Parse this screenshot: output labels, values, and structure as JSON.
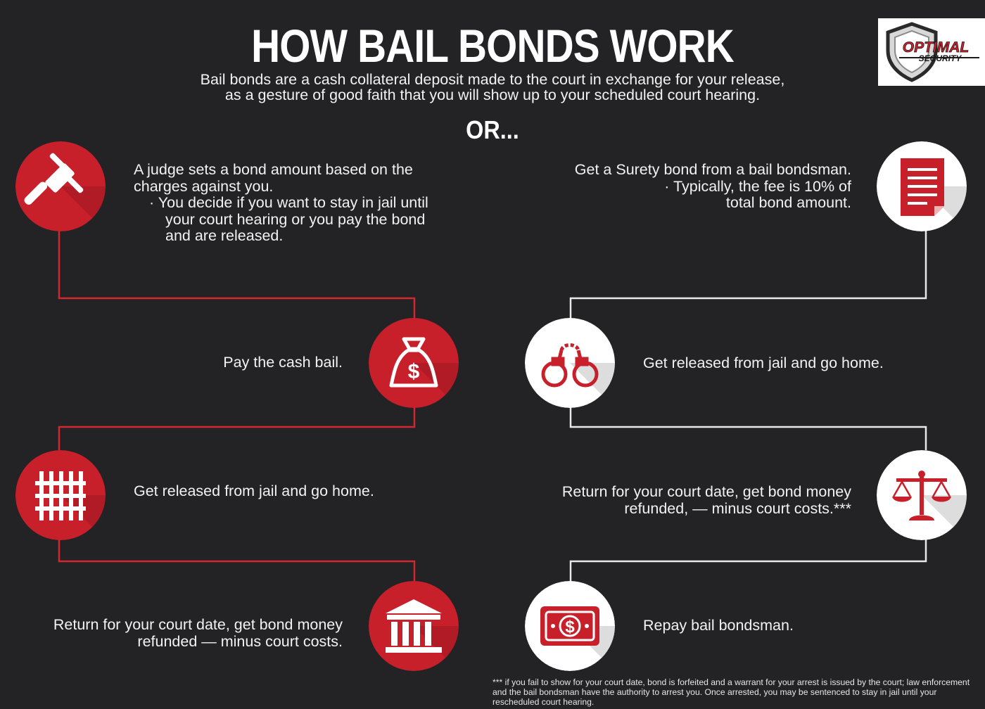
{
  "header": {
    "title": "HOW BAIL BONDS WORK",
    "subtitle_line1": "Bail bonds are a cash collateral deposit made to the court in exchange for your release,",
    "subtitle_line2": "as a gesture of good faith that you will show up to your scheduled court hearing.",
    "or_label": "OR..."
  },
  "logo": {
    "line1": "OPTIMAL",
    "line2": "SECURITY"
  },
  "left_steps": [
    {
      "icon": "gavel-icon",
      "lines": [
        "A judge sets a bond amount based on the",
        "charges against you."
      ],
      "bullet": [
        "· You decide if you want to stay in jail until",
        "your court hearing or you pay the bond",
        "and are released."
      ]
    },
    {
      "icon": "money-bag-icon",
      "lines": [
        "Pay the cash bail."
      ]
    },
    {
      "icon": "jail-bars-icon",
      "lines": [
        "Get released from jail and go home."
      ]
    },
    {
      "icon": "courthouse-icon",
      "lines": [
        "Return for your court date, get bond money",
        "refunded — minus court costs."
      ]
    }
  ],
  "right_steps": [
    {
      "icon": "document-icon",
      "lines": [
        "Get a Surety bond from a bail bondsman.",
        "· Typically, the fee is 10% of",
        "total bond amount."
      ]
    },
    {
      "icon": "handcuffs-icon",
      "lines": [
        "Get released from jail and go home."
      ]
    },
    {
      "icon": "scales-icon",
      "lines": [
        "Return for your court date, get bond money",
        "refunded, — minus court costs.***"
      ]
    },
    {
      "icon": "cash-bill-icon",
      "lines": [
        "Repay bail bondsman."
      ]
    }
  ],
  "footnote": "*** if you fail to show for your court date, bond is forfeited and a warrant for your arrest is issued by the court; law enforcement and the bail bondsman have the authority to arrest you. Once arrested, you may be sentenced to stay in jail until your rescheduled court hearing.",
  "colors": {
    "background": "#232325",
    "red": "#c8202a",
    "white": "#ffffff",
    "connector_red": "#d22630",
    "connector_white": "#e8e8e8"
  }
}
